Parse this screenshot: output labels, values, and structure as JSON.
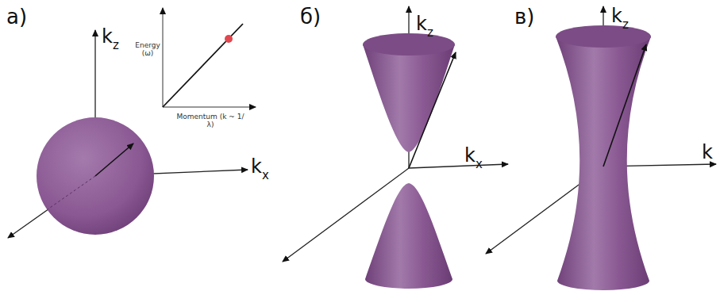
{
  "diagram": {
    "labels": [
      "а)",
      "k",
      "z",
      "Energy (ω)",
      "Momentum (k ~ 1/λ)",
      "k",
      "x",
      "б)",
      "k",
      "z",
      "k",
      "x",
      "в)",
      "k",
      "z",
      "k"
    ]
  }
}
